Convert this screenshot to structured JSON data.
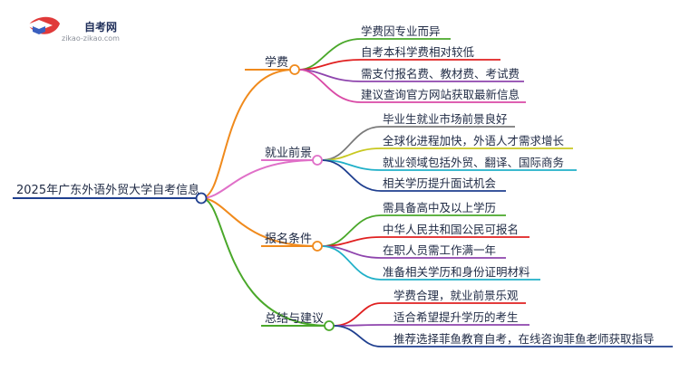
{
  "logo": {
    "name": "自考网",
    "url": "zikao-zikao.com"
  },
  "mindmap": {
    "root": "2025年广东外语外贸大学自考信息",
    "branches": [
      {
        "label": "学费",
        "color": "#f08a1c",
        "leaves": [
          {
            "text": "学费因专业而异",
            "color": "#4aa82a"
          },
          {
            "text": "自考本科学费相对较低",
            "color": "#e02020"
          },
          {
            "text": "需支付报名费、教材费、考试费",
            "color": "#8e44ad"
          },
          {
            "text": "建议查询官方网站获取最新信息",
            "color": "#d94aa6"
          }
        ]
      },
      {
        "label": "就业前景",
        "color": "#e070c8",
        "leaves": [
          {
            "text": "毕业生就业市场前景良好",
            "color": "#7a7a7a"
          },
          {
            "text": "全球化进程加快，外语人才需求增长",
            "color": "#c8c820"
          },
          {
            "text": "就业领域包括外贸、翻译、国际商务",
            "color": "#20b0c8"
          },
          {
            "text": "相关学历提升面试机会",
            "color": "#1f3f8f"
          }
        ]
      },
      {
        "label": "报名条件",
        "color": "#f08a1c",
        "leaves": [
          {
            "text": "需具备高中及以上学历",
            "color": "#4aa82a"
          },
          {
            "text": "中华人民共和国公民可报名",
            "color": "#e02020"
          },
          {
            "text": "在职人员需工作满一年",
            "color": "#8e44ad"
          },
          {
            "text": "准备相关学历和身份证明材料",
            "color": "#20b0c8"
          }
        ]
      },
      {
        "label": "总结与建议",
        "color": "#4aa82a",
        "leaves": [
          {
            "text": "学费合理，就业前景乐观",
            "color": "#e02020"
          },
          {
            "text": "适合希望提升学历的考生",
            "color": "#8e44ad"
          },
          {
            "text": "推荐选择菲鱼教育自考，在线咨询菲鱼老师获取指导",
            "color": "#1f3f8f"
          }
        ]
      }
    ]
  },
  "colors": {
    "root_line": "#1f3f8f",
    "text": "#1f2a44"
  }
}
